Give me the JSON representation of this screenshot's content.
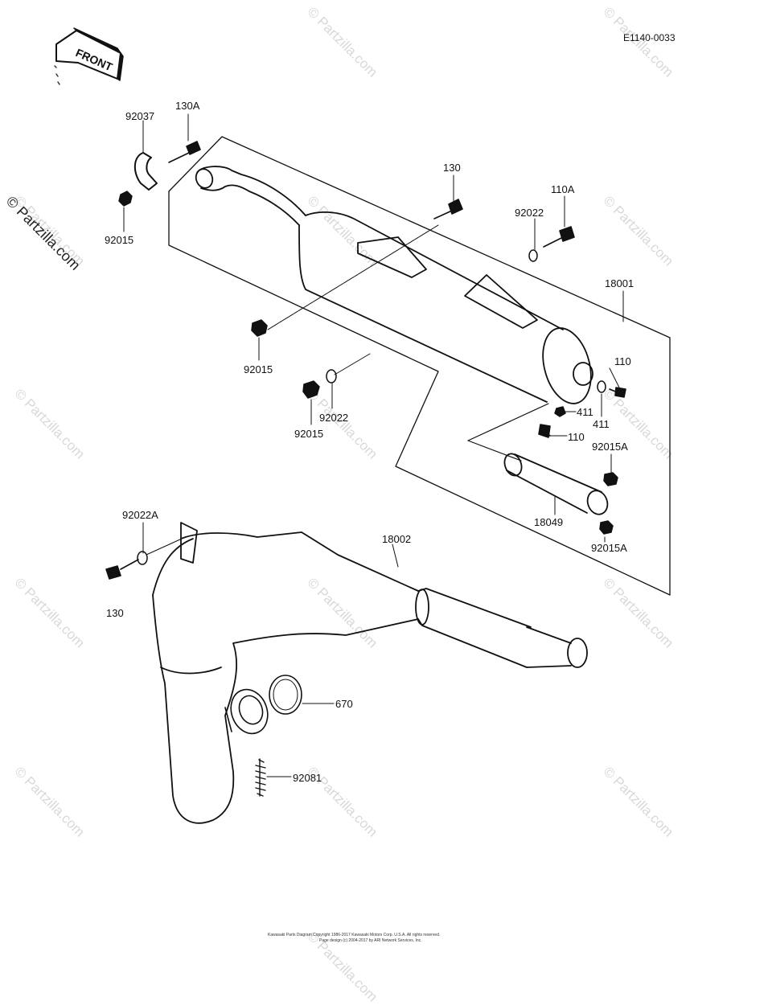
{
  "diagram_code": "E1140-0033",
  "front_label": "FRONT",
  "watermark": "© Partzilla.com",
  "side_watermark": "© Partzilla.com",
  "parts": {
    "p92037": "92037",
    "p130A": "130A",
    "p92015_top": "92015",
    "p130_top": "130",
    "p92022_top": "92022",
    "p110A": "110A",
    "p18001": "18001",
    "p92015_mid": "92015",
    "p92015_low": "92015",
    "p92022_mid": "92022",
    "p110_right": "110",
    "p411_a": "411",
    "p411_b": "411",
    "p110_low": "110",
    "p92015A_top": "92015A",
    "p18049": "18049",
    "p92015A_bot": "92015A",
    "p92022A": "92022A",
    "p18002": "18002",
    "p130_left": "130",
    "p670": "670",
    "p92081": "92081"
  },
  "footer": {
    "line1": "Kawasaki Parts Diagram Copyright 1986-2017 Kawasaki Motors Corp. U.S.A. All rights reserved.",
    "line2": "Page design (c) 2004-2017 by ARI Network Services, Inc."
  }
}
